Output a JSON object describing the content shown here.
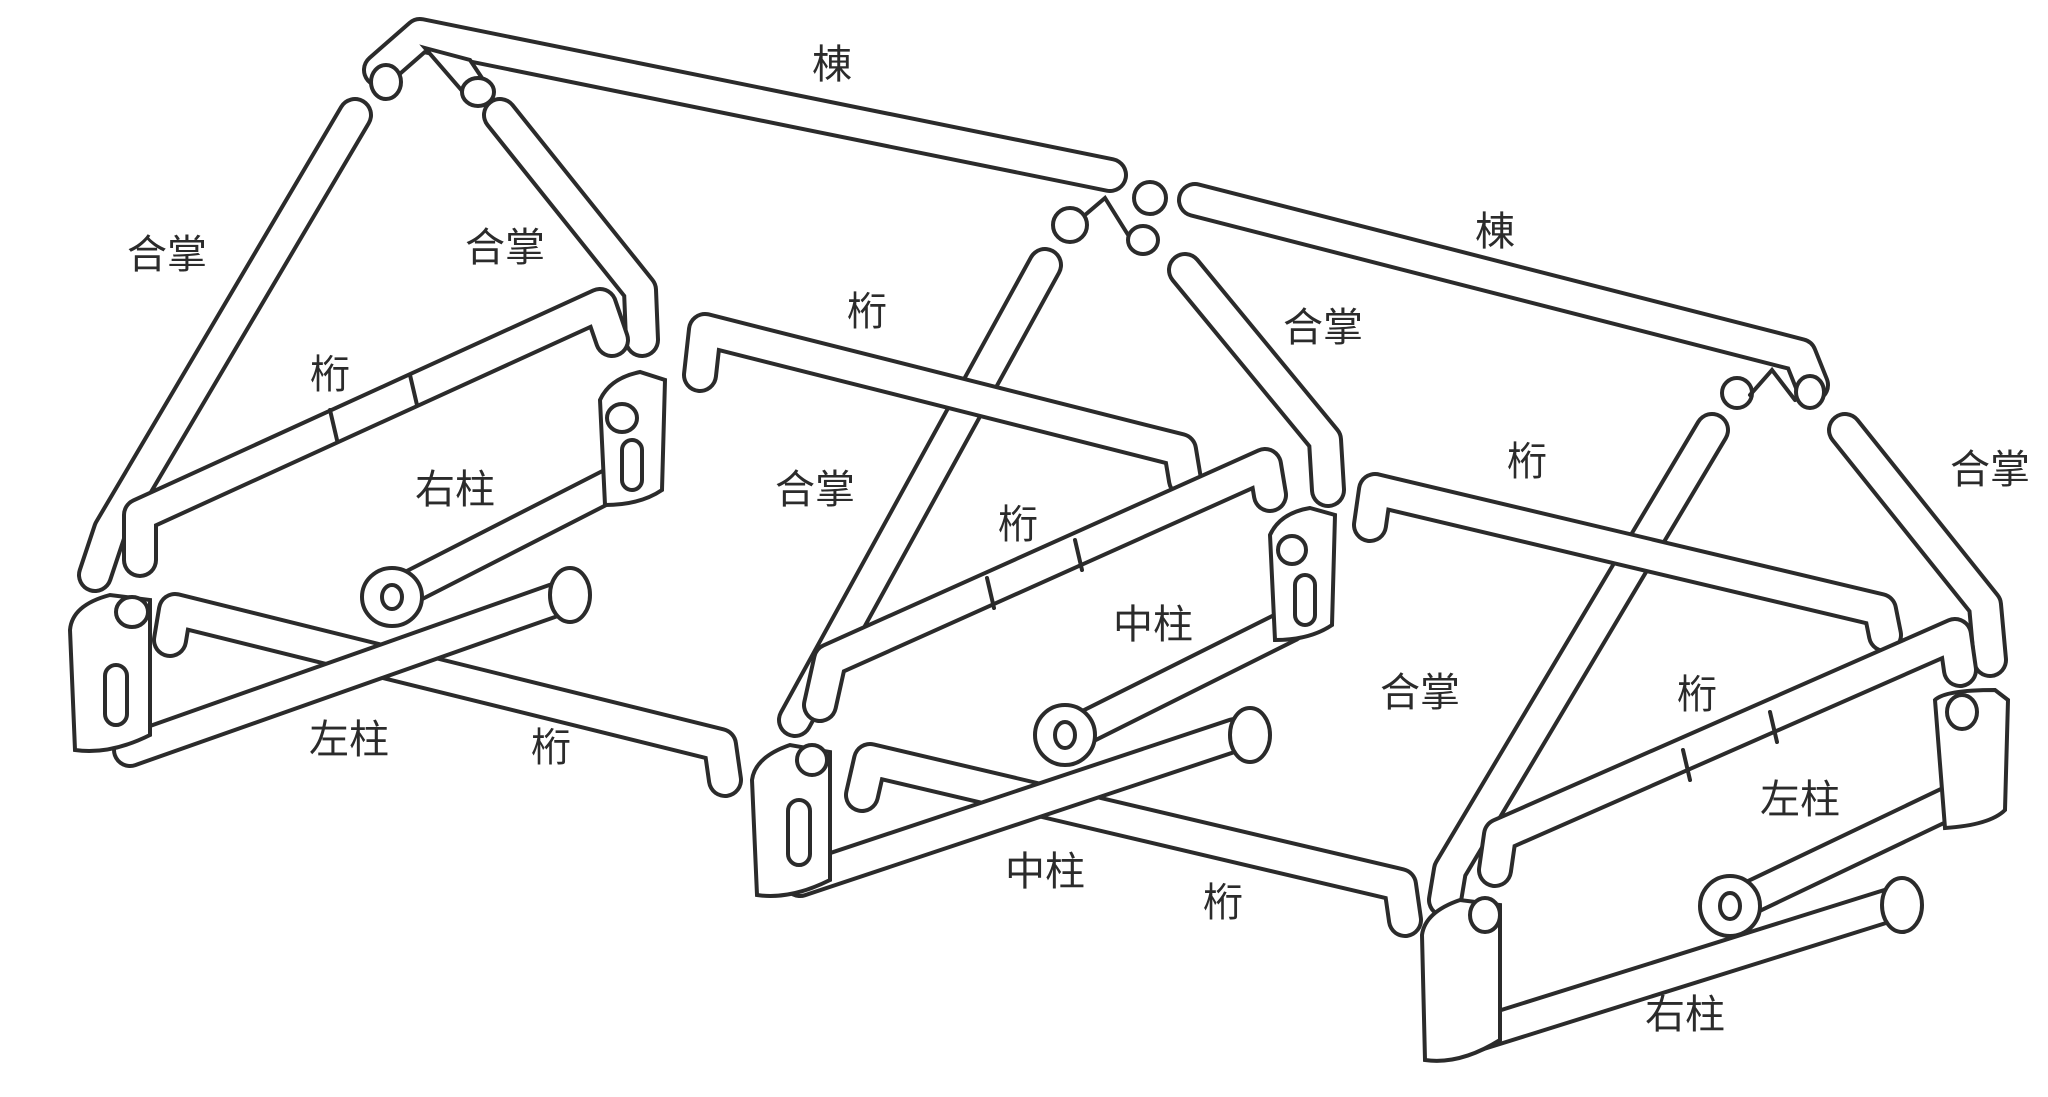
{
  "diagram": {
    "subject": "Gassho-zukuri timber frame assembly",
    "ink_color": "#2b2b2b",
    "paper_color": "#ffffff",
    "labels": {
      "ridge": "棟",
      "gassho": "合掌",
      "girder": "桁",
      "right_post": "右柱",
      "middle_post": "中柱",
      "left_post": "左柱"
    },
    "label_instances": [
      {
        "key": "ridge"
      },
      {
        "key": "ridge"
      },
      {
        "key": "gassho"
      },
      {
        "key": "gassho"
      },
      {
        "key": "gassho"
      },
      {
        "key": "gassho"
      },
      {
        "key": "gassho"
      },
      {
        "key": "gassho"
      },
      {
        "key": "girder"
      },
      {
        "key": "girder"
      },
      {
        "key": "girder"
      },
      {
        "key": "girder"
      },
      {
        "key": "girder"
      },
      {
        "key": "girder"
      },
      {
        "key": "girder"
      },
      {
        "key": "right_post"
      },
      {
        "key": "right_post"
      },
      {
        "key": "middle_post"
      },
      {
        "key": "middle_post"
      },
      {
        "key": "left_post"
      },
      {
        "key": "left_post"
      }
    ]
  }
}
